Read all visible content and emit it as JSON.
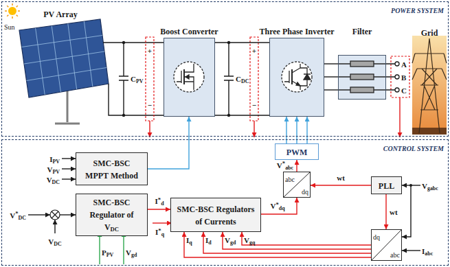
{
  "diagram": {
    "nodes": [
      {
        "text": [
          "POWER SYSTEM"
        ]
      },
      {
        "text": [
          "Boost Converter"
        ],
        "in": 0
      },
      {
        "text": [
          "Three Phase Inverter"
        ],
        "in": 0
      },
      {
        "text": [
          "Filter"
        ],
        "in": 0
      },
      {
        "text": [
          "CONTROL SYSTEM"
        ]
      },
      {
        "text": [
          "SMC-BSC MPPT Method"
        ],
        "in": 4
      },
      {
        "text": [
          "PWM"
        ],
        "in": 4
      },
      {
        "text": [
          "abc",
          "dq"
        ],
        "in": 4
      },
      {
        "text": [
          "SMC-BSC Regulator of VDC"
        ],
        "in": 4
      },
      {
        "text": [
          "SMC-BSC Regulators of Currents"
        ],
        "in": 4
      },
      {
        "text": [
          "PLL"
        ],
        "in": 4
      },
      {
        "text": [
          "dq",
          "abc"
        ],
        "in": 4
      }
    ],
    "edges": [
      {
        "from": 1,
        "to": 2,
        "arrow": "none"
      },
      {
        "from": 1,
        "to": 2,
        "arrow": "none"
      },
      {
        "from": 2,
        "to": 3,
        "arrow": "none"
      },
      {
        "from": 2,
        "to": 3,
        "arrow": "none"
      },
      {
        "from": 2,
        "to": 3,
        "arrow": "none"
      },
      {
        "from": 5,
        "to": 1,
        "arrow": "to"
      },
      {
        "from": 6,
        "to": 2,
        "arrow": "to"
      },
      {
        "from": 6,
        "to": 2,
        "arrow": "to"
      },
      {
        "from": 6,
        "to": 2,
        "arrow": "to"
      },
      {
        "from": 7,
        "to": 6,
        "arrow": "to",
        "label": "V*abc"
      },
      {
        "from": 8,
        "to": 9,
        "arrow": "to",
        "label": "I*d"
      },
      {
        "from": 9,
        "to": 7,
        "arrow": "to",
        "label": "V*dq"
      },
      {
        "from": 10,
        "to": 7,
        "arrow": "to",
        "label": "wt"
      },
      {
        "from": 10,
        "to": 11,
        "arrow": "to",
        "label": "wt"
      },
      {
        "from": 11,
        "to": 9,
        "arrow": "to",
        "label": "Iq"
      },
      {
        "from": 11,
        "to": 9,
        "arrow": "to",
        "label": "Id"
      },
      {
        "from": 11,
        "to": 9,
        "arrow": "to",
        "label": "Vgd"
      },
      {
        "from": 11,
        "to": 9,
        "arrow": "to",
        "label": "Vgq"
      }
    ],
    "labels": [
      "Sun",
      "PV Array",
      "Grid",
      "CPV",
      "CDC",
      "+",
      "−",
      "+",
      "−",
      "A",
      "B",
      "C",
      "IPV",
      "VPV",
      "VDC",
      "V*DC",
      "VDC",
      "PPV",
      "Vgd",
      "I*q",
      "Vgabc",
      "Iabc"
    ]
  }
}
